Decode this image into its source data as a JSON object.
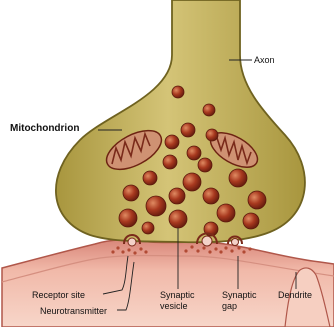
{
  "labels": {
    "axon": "Axon",
    "mitochondrion": "Mitochondrion",
    "receptor_site": "Receptor site",
    "neurotransmitter": "Neurotransmitter",
    "synaptic_vesicle": "Synaptic\nvesicle",
    "synaptic_gap": "Synaptic\ngap",
    "dendrite": "Dendrite"
  },
  "colors": {
    "terminal_fill": "#c9b75d",
    "terminal_stroke": "#8a7a2a",
    "vesicle_fill": "#a33a21",
    "vesicle_highlight": "#d9774e",
    "mitochondrion_fill": "#c98a6a",
    "mitochondrion_cristae": "#7a2a1a",
    "dendrite_fill": "#f2b8a8",
    "dendrite_shade": "#d6826e",
    "leader_line": "#222222"
  }
}
